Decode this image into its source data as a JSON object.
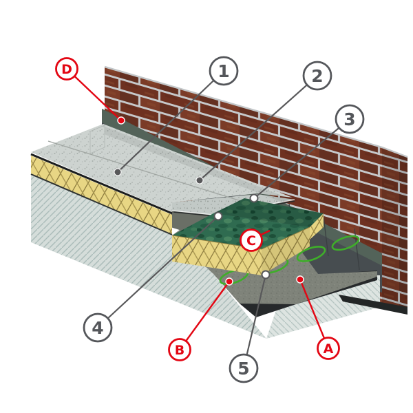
{
  "diagram": {
    "type": "construction-cutaway",
    "subject": "flat roof system build-up on brick parapet wall",
    "colors": {
      "accent-red": "#e30613",
      "badge-gray": "#54565a",
      "line-gray": "#58585a",
      "brick": "#6e3120",
      "mortar": "#c6c9cb",
      "upstand-dark": "#474d50",
      "flashing-teal": "#536359",
      "membrane-speckle": "#cdd3d0",
      "underlayer-speckle": "#c2c9c6",
      "carrier-dark": "#6a6f66",
      "insulation-yellow": "#e8d684",
      "insulation-facer-green": "#2f6b50",
      "adhesive-green": "#3fae2a",
      "deck-gray": "#7f837a",
      "vcl-black": "#26292b",
      "slab-light": "#d5ddda"
    },
    "callouts": {
      "n1": {
        "label": "1"
      },
      "n2": {
        "label": "2"
      },
      "n3": {
        "label": "3"
      },
      "n4": {
        "label": "4"
      },
      "n5": {
        "label": "5"
      },
      "lA": {
        "label": "A"
      },
      "lB": {
        "label": "B"
      },
      "lC": {
        "label": "C"
      },
      "lD": {
        "label": "D"
      }
    }
  }
}
